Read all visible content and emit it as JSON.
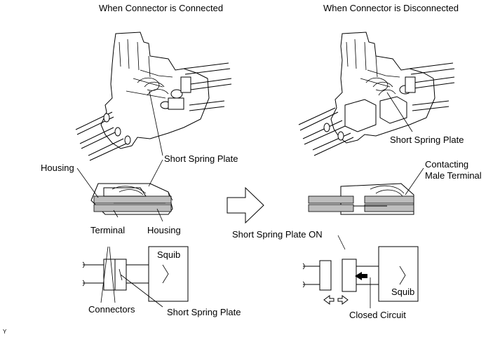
{
  "titles": {
    "left": "When Connector is Connected",
    "right": "When Connector is Disconnected"
  },
  "labels": {
    "housing_left": "Housing",
    "short_spring_plate_top": "Short Spring Plate",
    "terminal": "Terminal",
    "housing_bottom": "Housing",
    "short_spring_plate_right": "Short Spring Plate",
    "contacting_line1": "Contacting",
    "contacting_line2": "Male Terminal",
    "short_spring_plate_on": "Short Spring Plate ON",
    "squib_left": "Squib",
    "squib_right": "Squib",
    "connectors": "Connectors",
    "short_spring_plate_bottom": "Short Spring Plate",
    "closed_circuit": "Closed Circuit",
    "corner_mark": "Y"
  }
}
